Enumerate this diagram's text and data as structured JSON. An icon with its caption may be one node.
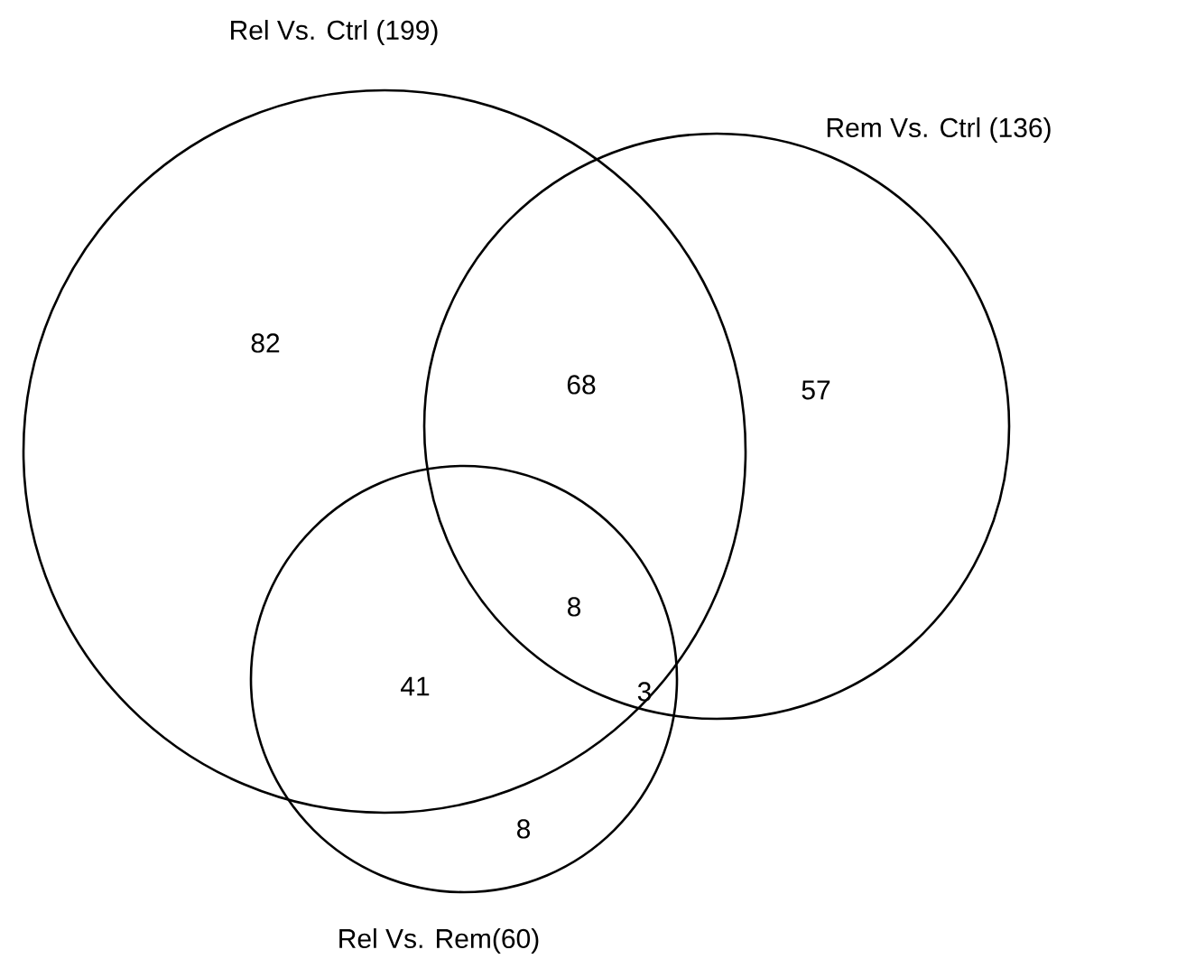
{
  "diagram": {
    "nodes": [
      {
        "text": [
          "Rel Vs. Ctrl (199)"
        ]
      },
      {
        "text": [
          "Rem Vs. Ctrl (136)"
        ]
      },
      {
        "text": [
          "Rel Vs. Rem(60)"
        ]
      }
    ],
    "labels": [
      "82",
      "68",
      "57",
      "8",
      "41",
      "3",
      "8"
    ]
  }
}
